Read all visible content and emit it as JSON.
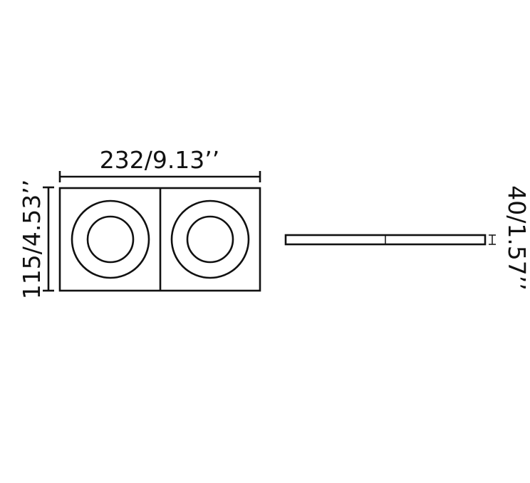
{
  "dimensions": {
    "width_label": "232/9.13’’",
    "height_label": "115/4.53’’",
    "depth_label": "40/1.57’’"
  },
  "views": {
    "top_view": {
      "modules": 2,
      "rings_per_module": 2
    },
    "side_view": {
      "segments": 2
    }
  }
}
